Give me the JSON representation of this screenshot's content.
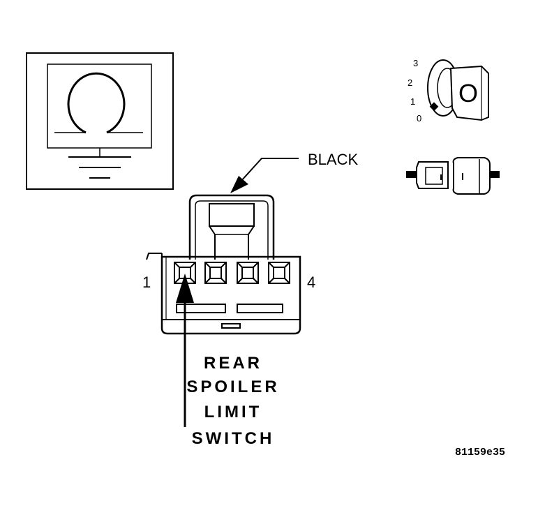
{
  "connector": {
    "color_label": "BLACK",
    "pin_first": "1",
    "pin_last": "4",
    "name_lines": [
      "REAR",
      "SPOILER",
      "LIMIT",
      "SWITCH"
    ]
  },
  "ignition": {
    "positions": [
      "3",
      "2",
      "1",
      "0"
    ],
    "key_glyph": "O"
  },
  "figure_code": "81159e35",
  "icons": {
    "meter": "ohmmeter-icon",
    "key": "ignition-key-icon",
    "connector": "disconnected-connector-icon"
  },
  "colors": {
    "ink": "#000000",
    "paper": "#ffffff"
  }
}
